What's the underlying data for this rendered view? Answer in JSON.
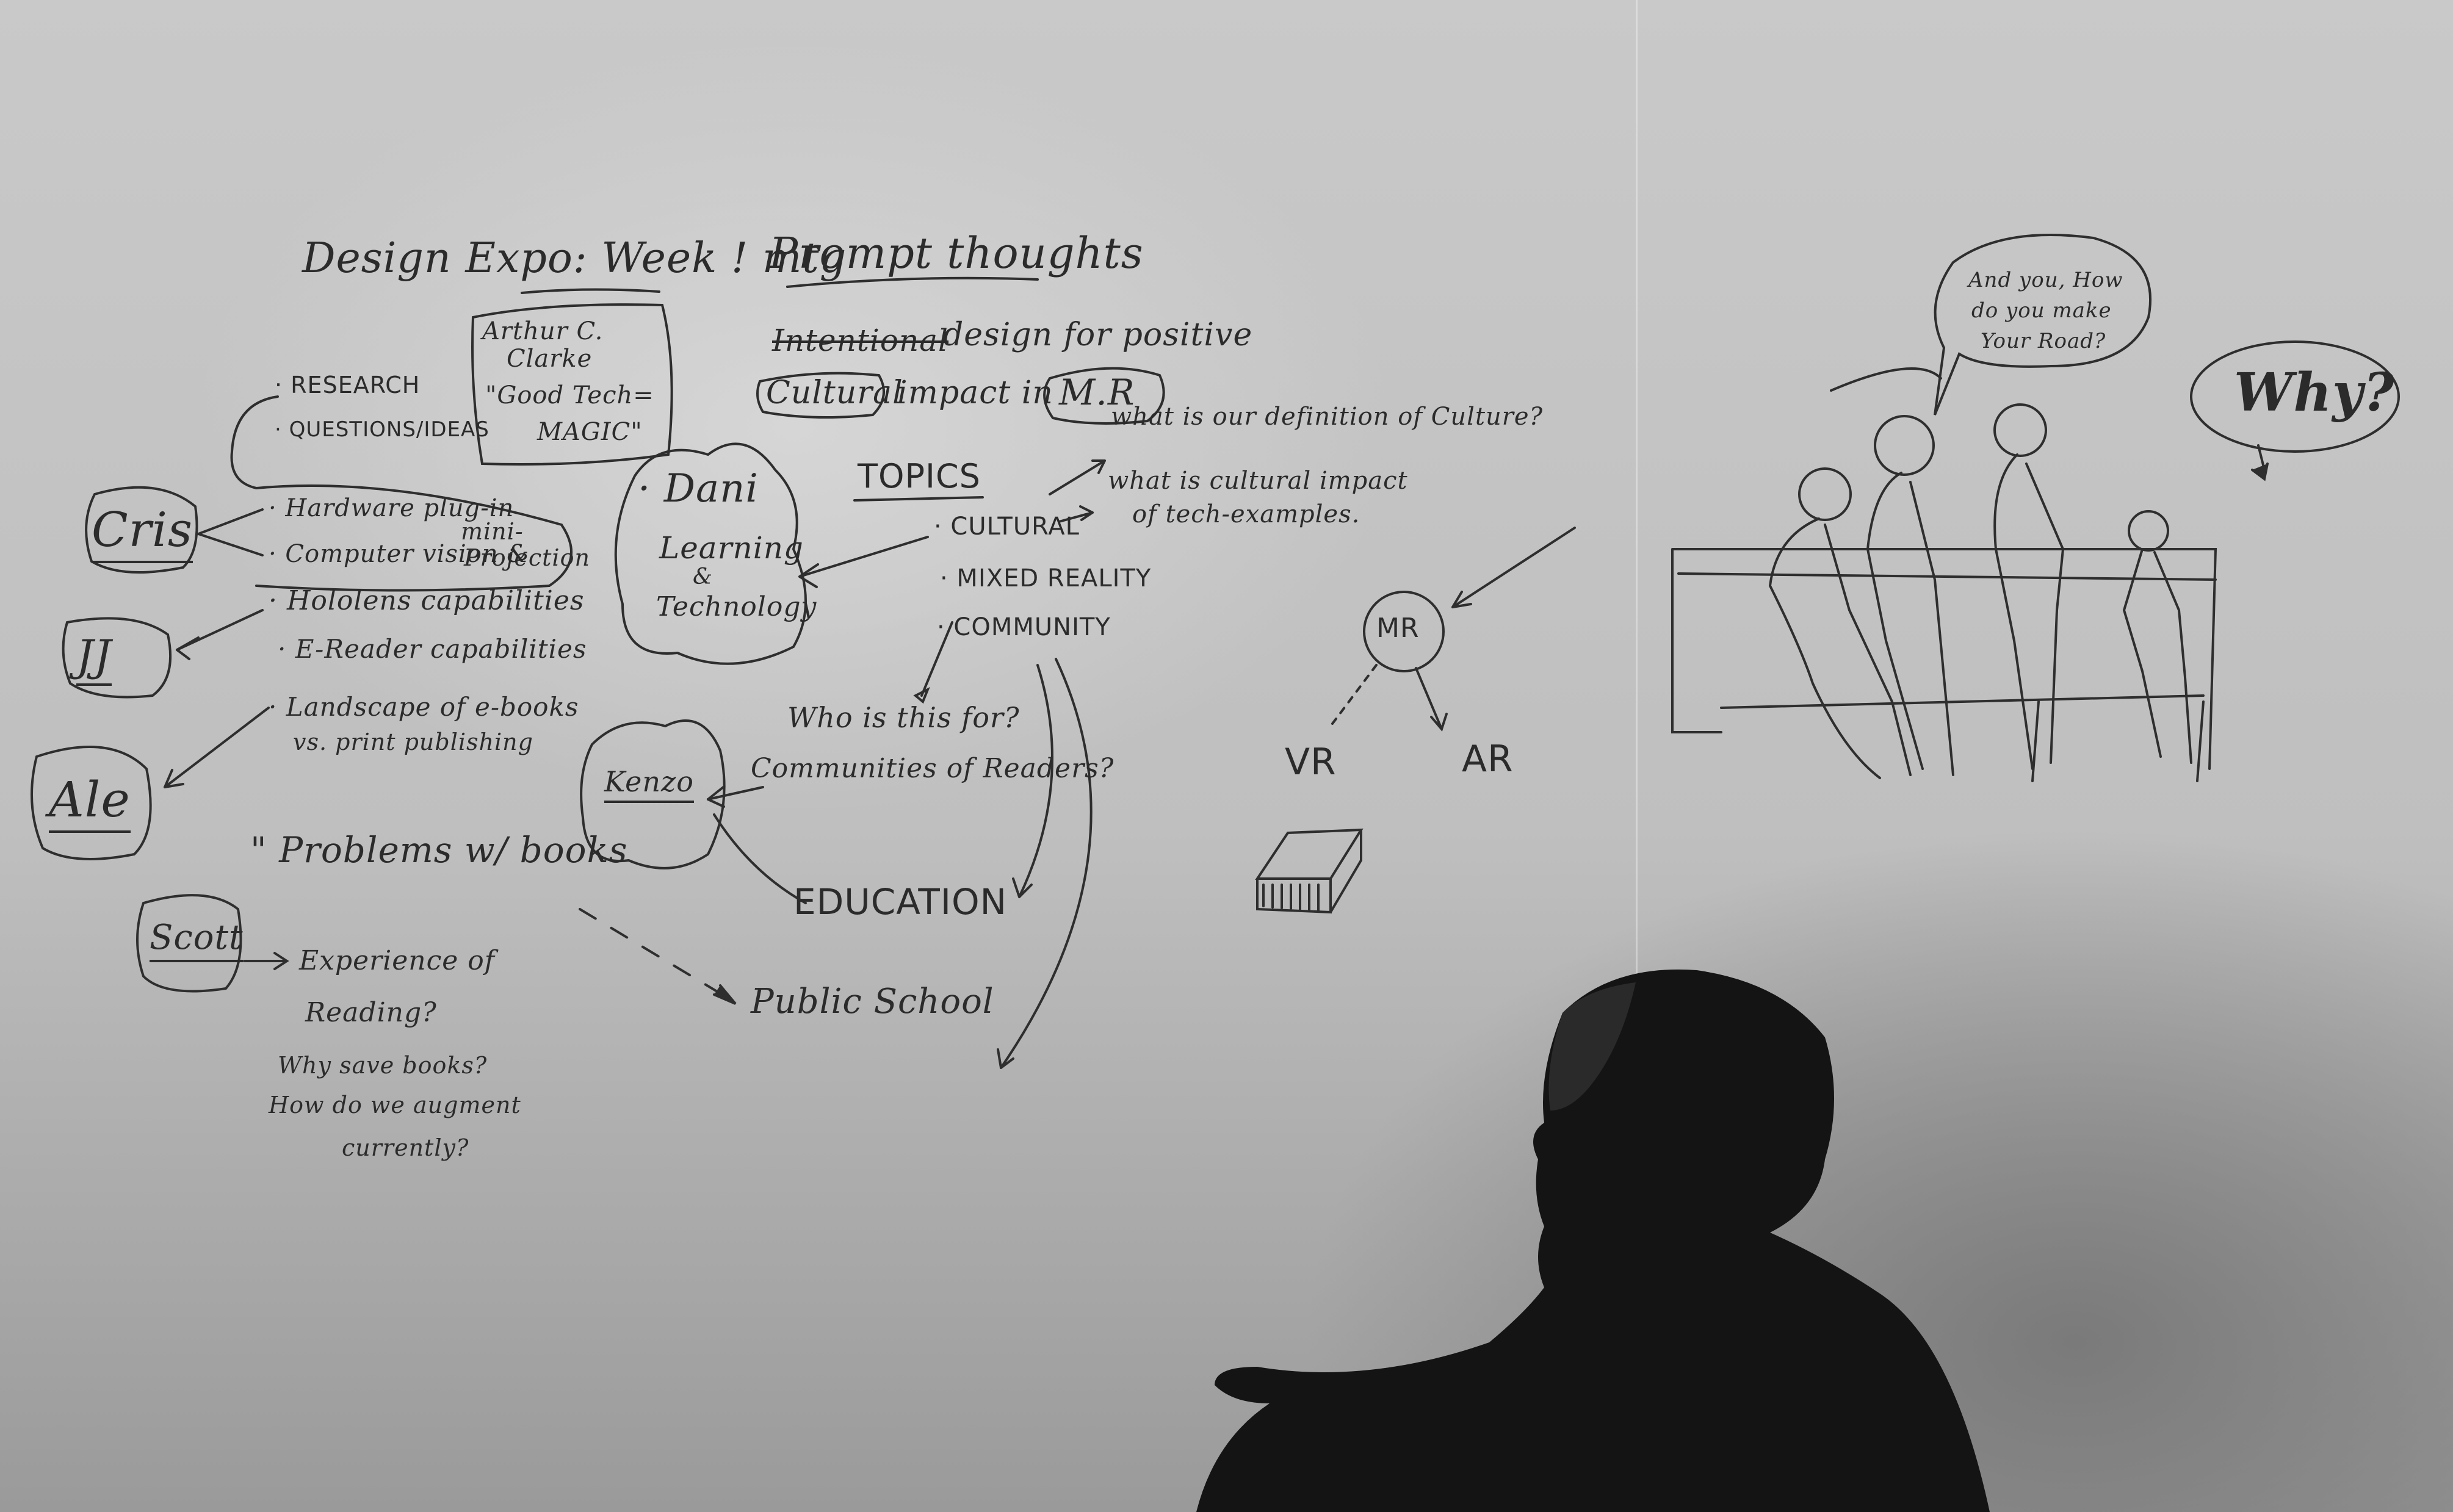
{
  "board": {
    "title": "Design Expo: Week ! mtg",
    "prompt_heading": "Prompt thoughts",
    "prompt_line1_struck": "Intentional",
    "prompt_line1_rest": "design for positive",
    "prompt_line2_a": "Cultural",
    "prompt_line2_b": "impact in",
    "prompt_line2_mr": "M.R",
    "quote_box": [
      "Arthur C.",
      "Clarke",
      "\"Good Tech=",
      "MAGIC\""
    ],
    "research_list": [
      "· RESEARCH",
      "· QUESTIONS/IDEAS"
    ],
    "names": {
      "cris": "Cris",
      "jj": "JJ",
      "ale": "Ale",
      "scott": "Scott",
      "dani": "Dani",
      "kenzo": "Kenzo"
    },
    "dani_cloud": [
      "· Dani",
      "Learning",
      "&",
      "Technology"
    ],
    "topic_items": [
      "· Hardware plug-in",
      "· Computer vision &",
      "· Hololens capabilities",
      "· E-Reader capabilities",
      "· Landscape of e-books",
      "vs. print publishing"
    ],
    "mini_projection": [
      "mini-",
      "Projection"
    ],
    "problems": "\" Problems w/ books",
    "scott_questions": [
      "Experience of",
      "Reading?",
      "Why save books?",
      "How do we augment",
      "currently?"
    ],
    "topics_heading": "TOPICS",
    "topics": [
      "· CULTURAL",
      "· MIXED REALITY",
      "· COMMUNITY"
    ],
    "culture_questions": [
      "what is our definition of Culture?",
      "what is cultural impact",
      "of tech-examples."
    ],
    "who_for": [
      "Who is this for?",
      "Communities of Readers?"
    ],
    "education": "EDUCATION",
    "public_school": "Public School",
    "mr_node": "MR",
    "vr": "VR",
    "ar": "AR",
    "speech_bubble": [
      "And you, How",
      "do you make",
      "Your Road?"
    ],
    "why": "Why?"
  }
}
